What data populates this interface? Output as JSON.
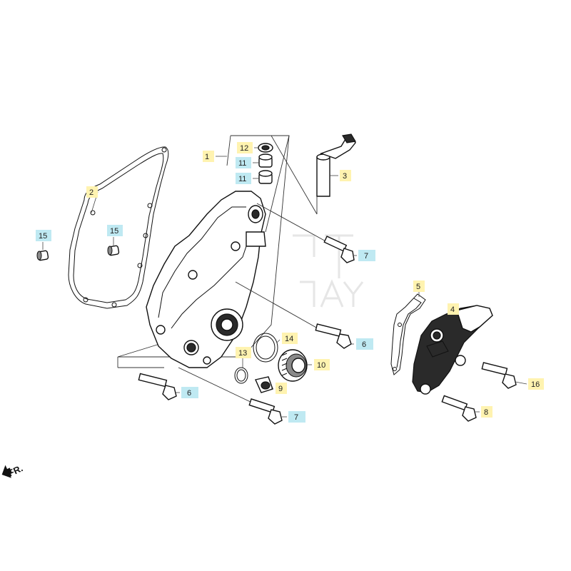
{
  "colors": {
    "label_yellow": "#fff3b0",
    "label_cyan": "#bfe9f2",
    "line": "#111111"
  },
  "direction_marker": "FR.",
  "callouts": [
    {
      "id": "c1",
      "text": "1",
      "style": "yellow"
    },
    {
      "id": "c2",
      "text": "2",
      "style": "yellow"
    },
    {
      "id": "c3",
      "text": "3",
      "style": "yellow"
    },
    {
      "id": "c4",
      "text": "4",
      "style": "yellow"
    },
    {
      "id": "c5",
      "text": "5",
      "style": "yellow"
    },
    {
      "id": "c6a",
      "text": "6",
      "style": "cyan"
    },
    {
      "id": "c6b",
      "text": "6",
      "style": "cyan"
    },
    {
      "id": "c7a",
      "text": "7",
      "style": "cyan"
    },
    {
      "id": "c7b",
      "text": "7",
      "style": "cyan"
    },
    {
      "id": "c8",
      "text": "8",
      "style": "yellow"
    },
    {
      "id": "c9",
      "text": "9",
      "style": "yellow"
    },
    {
      "id": "c10",
      "text": "10",
      "style": "yellow"
    },
    {
      "id": "c11a",
      "text": "11",
      "style": "cyan"
    },
    {
      "id": "c11b",
      "text": "11",
      "style": "cyan"
    },
    {
      "id": "c12",
      "text": "12",
      "style": "yellow"
    },
    {
      "id": "c13",
      "text": "13",
      "style": "yellow"
    },
    {
      "id": "c14",
      "text": "14",
      "style": "yellow"
    },
    {
      "id": "c15a",
      "text": "15",
      "style": "cyan"
    },
    {
      "id": "c15b",
      "text": "15",
      "style": "cyan"
    },
    {
      "id": "c16",
      "text": "16",
      "style": "yellow"
    }
  ]
}
